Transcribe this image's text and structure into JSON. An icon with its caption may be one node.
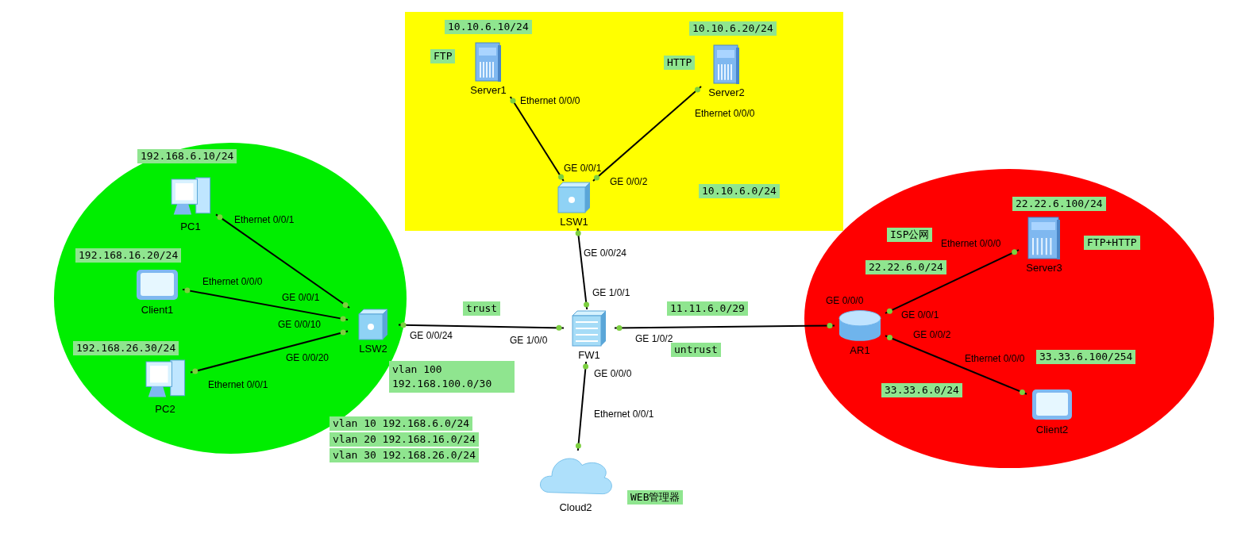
{
  "diagram": {
    "nodes": [
      {
        "text": [],
        "shape": "box"
      },
      {
        "text": [
          "Server1"
        ],
        "in": 0,
        "beside": [
          "10.10.6.10/24",
          "FTP"
        ]
      },
      {
        "text": [
          "Server2"
        ],
        "in": 0,
        "beside": [
          "10.10.6.20/24",
          "HTTP"
        ]
      },
      {
        "text": [
          "LSW1"
        ],
        "in": 0
      },
      {
        "text": [],
        "shape": "ellipse"
      },
      {
        "text": [
          "PC1"
        ],
        "in": 4,
        "beside": [
          "192.168.6.10/24"
        ]
      },
      {
        "text": [
          "Client1"
        ],
        "in": 4,
        "beside": [
          "192.168.16.20/24"
        ]
      },
      {
        "text": [
          "PC2"
        ],
        "in": 4,
        "beside": [
          "192.168.26.30/24"
        ]
      },
      {
        "text": [
          "LSW2"
        ],
        "in": 4
      },
      {
        "text": [
          "FW1"
        ]
      },
      {
        "text": [
          "Cloud2"
        ],
        "beside": [
          "WEB管理器"
        ]
      },
      {
        "text": [],
        "shape": "ellipse"
      },
      {
        "text": [
          "AR1"
        ],
        "in": 11
      },
      {
        "text": [
          "Server3"
        ],
        "in": 11,
        "beside": [
          "22.22.6.100/24",
          "FTP+HTTP"
        ]
      },
      {
        "text": [
          "Client2"
        ],
        "in": 11,
        "beside": [
          "33.33.6.100/254"
        ]
      }
    ],
    "edges": [
      {
        "from": 1,
        "to": 3,
        "arrow": "none"
      },
      {
        "from": 2,
        "to": 3,
        "arrow": "none"
      },
      {
        "from": 5,
        "to": 8,
        "arrow": "none"
      },
      {
        "from": 6,
        "to": 8,
        "arrow": "none"
      },
      {
        "from": 7,
        "to": 8,
        "arrow": "none"
      },
      {
        "from": 3,
        "to": 9,
        "arrow": "none"
      },
      {
        "from": 8,
        "to": 9,
        "arrow": "none"
      },
      {
        "from": 9,
        "to": 10,
        "arrow": "none"
      },
      {
        "from": 9,
        "to": 12,
        "arrow": "none",
        "label": "11.11.6.0/29"
      },
      {
        "from": 12,
        "to": 13,
        "arrow": "none",
        "label": "22.22.6.0/24"
      },
      {
        "from": 12,
        "to": 14,
        "arrow": "none",
        "label": "33.33.6.0/24"
      }
    ],
    "labels": [
      "10.10.6.0/24",
      "trust",
      "untrust",
      "vlan 100 192.168.100.0/30",
      "vlan 10 192.168.6.0/24",
      "vlan 20 192.168.16.0/24",
      "vlan 30 192.168.26.0/24",
      "ISP公网",
      "Ethernet 0/0/0",
      "Ethernet 0/0/0",
      "GE 0/0/1",
      "GE 0/0/2",
      "Ethernet 0/0/1",
      "Ethernet 0/0/0",
      "GE 0/0/1",
      "GE 0/0/10",
      "GE 0/0/20",
      "Ethernet 0/0/1",
      "GE 0/0/24",
      "GE 0/0/24",
      "GE 1/0/0",
      "GE 1/0/1",
      "GE 1/0/2",
      "GE 0/0/0",
      "Ethernet 0/0/1",
      "Ethernet 0/0/0",
      "GE 0/0/1",
      "GE 0/0/0",
      "GE 0/0/2",
      "Ethernet 0/0/0"
    ]
  }
}
